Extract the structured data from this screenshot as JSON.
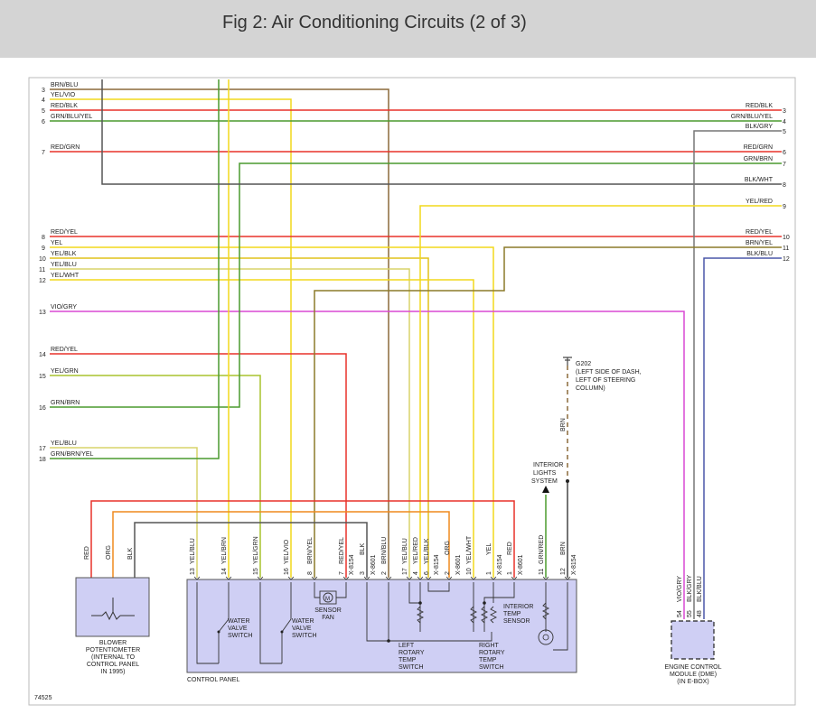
{
  "title": "Fig 2: Air Conditioning Circuits (2 of 3)",
  "figure_number": "74525",
  "left_pins": [
    {
      "num": "3",
      "label": "BRN/BLU"
    },
    {
      "num": "4",
      "label": "YEL/VIO"
    },
    {
      "num": "5",
      "label": "RED/BLK"
    },
    {
      "num": "6",
      "label": "GRN/BLU/YEL"
    },
    {
      "num": "7",
      "label": "RED/GRN"
    },
    {
      "num": "8",
      "label": "RED/YEL"
    },
    {
      "num": "9",
      "label": "YEL"
    },
    {
      "num": "10",
      "label": "YEL/BLK"
    },
    {
      "num": "11",
      "label": "YEL/BLU"
    },
    {
      "num": "12",
      "label": "YEL/WHT"
    },
    {
      "num": "13",
      "label": "VIO/GRY"
    },
    {
      "num": "14",
      "label": "RED/YEL"
    },
    {
      "num": "15",
      "label": "YEL/GRN"
    },
    {
      "num": "16",
      "label": "GRN/BRN"
    },
    {
      "num": "17",
      "label": "YEL/BLU"
    },
    {
      "num": "18",
      "label": "GRN/BRN/YEL"
    }
  ],
  "right_pins": [
    {
      "num": "3",
      "label": "RED/BLK"
    },
    {
      "num": "4",
      "label": "GRN/BLU/YEL"
    },
    {
      "num": "5",
      "label": "BLK/GRY"
    },
    {
      "num": "6",
      "label": "RED/GRN"
    },
    {
      "num": "7",
      "label": "GRN/BRN"
    },
    {
      "num": "8",
      "label": "BLK/WHT"
    },
    {
      "num": "9",
      "label": "YEL/RED"
    },
    {
      "num": "10",
      "label": "RED/YEL"
    },
    {
      "num": "11",
      "label": "BRN/YEL"
    },
    {
      "num": "12",
      "label": "BLK/BLU"
    }
  ],
  "ground": {
    "label": "G202",
    "note1": "(LEFT SIDE OF DASH,",
    "note2": "LEFT OF STEERING",
    "note3": "COLUMN)",
    "wire": "BRN"
  },
  "interior_lights": [
    "INTERIOR",
    "LIGHTS",
    "SYSTEM"
  ],
  "blower": {
    "wires": [
      "RED",
      "ORG",
      "BLK"
    ],
    "label": [
      "BLOWER",
      "POTENTIOMETER",
      "(INTERNAL TO",
      "CONTROL PANEL",
      "IN 1995)"
    ]
  },
  "control_panel": {
    "label": "CONTROL PANEL",
    "wires": [
      "YEL/BLU",
      "YEL/BRN",
      "YEL/GRN",
      "YEL/VIO",
      "BRN/YEL",
      "RED/YEL",
      "BLK",
      "BRN/BLU",
      "YEL/BLU",
      "YEL/RED",
      "YEL/BLK",
      "ORG",
      "YEL/WHT",
      "YEL",
      "RED",
      "GRN/RED",
      "BRN"
    ],
    "pins": [
      "13",
      "14",
      "15",
      "16",
      "8",
      "7",
      "3",
      "2",
      "17",
      "4",
      "6",
      "2",
      "10",
      "1",
      "1",
      "11",
      "12"
    ],
    "splices": [
      "X-8154",
      "X-8601",
      "X-8154",
      "X-8601",
      "X-8154",
      "X-8601",
      "X-8154"
    ],
    "sensor_fan": [
      "SENSOR",
      "FAN"
    ],
    "water_valve": [
      "WATER",
      "VALVE",
      "SWITCH"
    ],
    "interior_temp": [
      "INTERIOR",
      "TEMP",
      "SENSOR"
    ],
    "left_rotary": [
      "LEFT",
      "ROTARY",
      "TEMP",
      "SWITCH"
    ],
    "right_rotary": [
      "RIGHT",
      "ROTARY",
      "TEMP",
      "SWITCH"
    ]
  },
  "ecm": {
    "wires": [
      "VIO/GRY",
      "BLK/GRY",
      "BLK/BLU"
    ],
    "pins": [
      "54",
      "55",
      "48"
    ],
    "label": [
      "ENGINE CONTROL",
      "MODULE (DME)",
      "(IN E-BOX)"
    ]
  },
  "colors": {
    "red": "#e8322a",
    "yellow": "#f2d81c",
    "green": "#4a9a2e",
    "brown": "#8c6a3a",
    "black": "#444444",
    "orange": "#ef8a1f",
    "violet": "#d949d4",
    "blue": "#4a57a8",
    "gray": "#777777",
    "ygreen": "#a8c42e",
    "panel": "#cfcff4"
  }
}
